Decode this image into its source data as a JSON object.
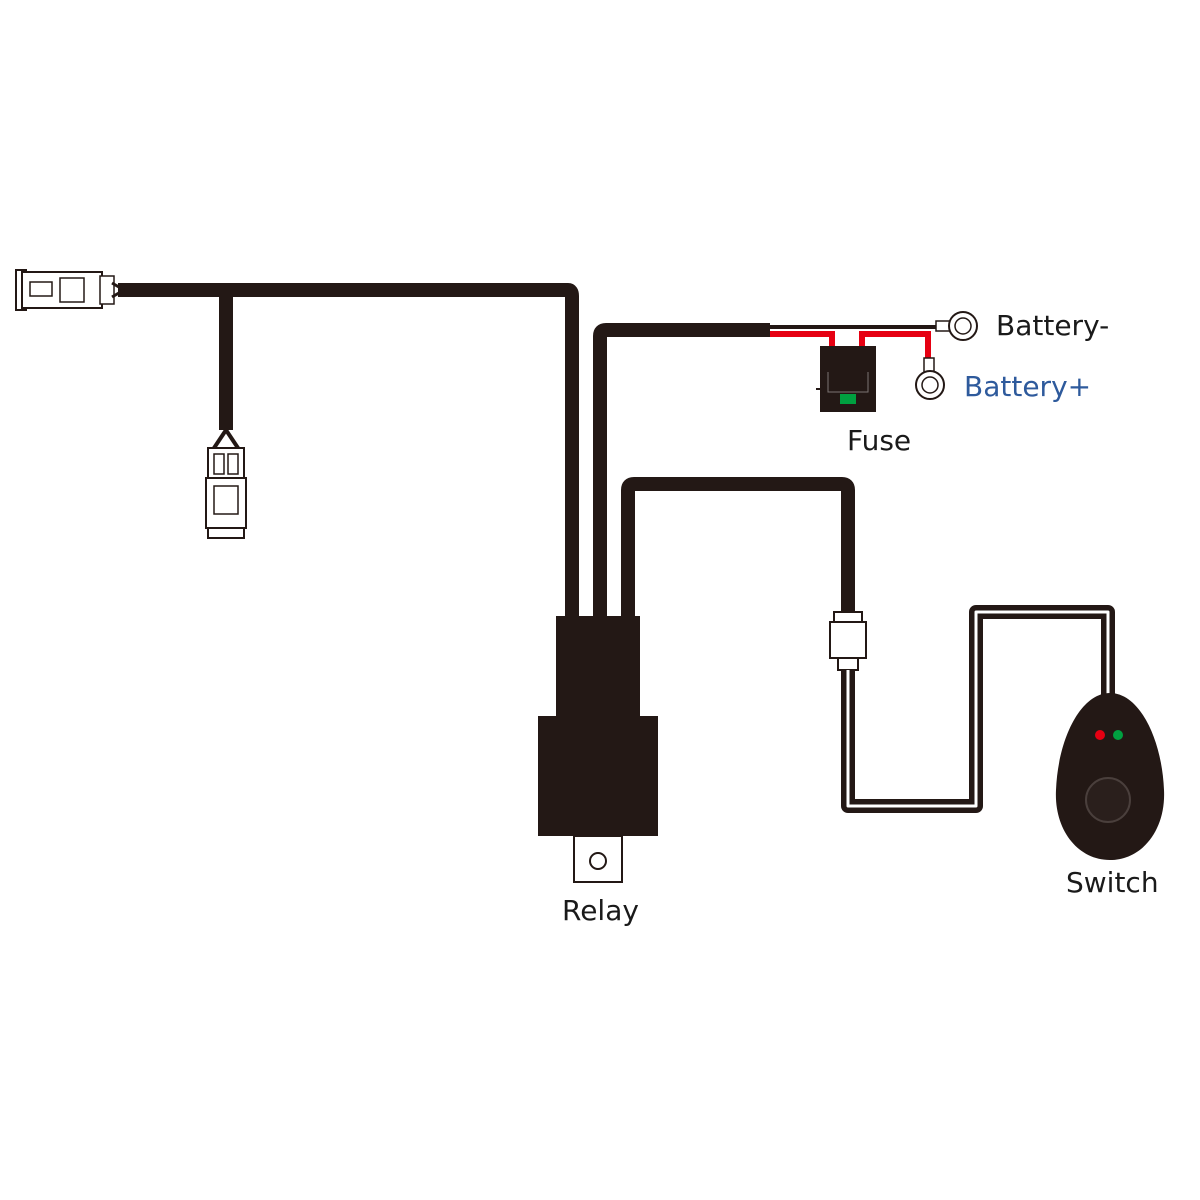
{
  "labels": {
    "battery_negative": "Battery-",
    "battery_positive": "Battery+",
    "fuse": "Fuse",
    "relay": "Relay",
    "switch": "Switch"
  },
  "colors": {
    "wire": "#231815",
    "positive_wire": "#e60012",
    "battery_positive_label": "#2e5a9c",
    "fuse_blade": "#00a040",
    "switch_led_red": "#e60012",
    "switch_led_green": "#00a040"
  },
  "icons": {
    "left_connector": "plug-connector-icon",
    "lower_connector": "plug-connector-icon",
    "switch_connector": "inline-connector-icon",
    "relay": "relay-icon",
    "fuse": "fuse-holder-icon",
    "switch": "rocker-switch-icon",
    "battery_negative_terminal": "ring-terminal-icon",
    "battery_positive_terminal": "ring-terminal-icon"
  }
}
